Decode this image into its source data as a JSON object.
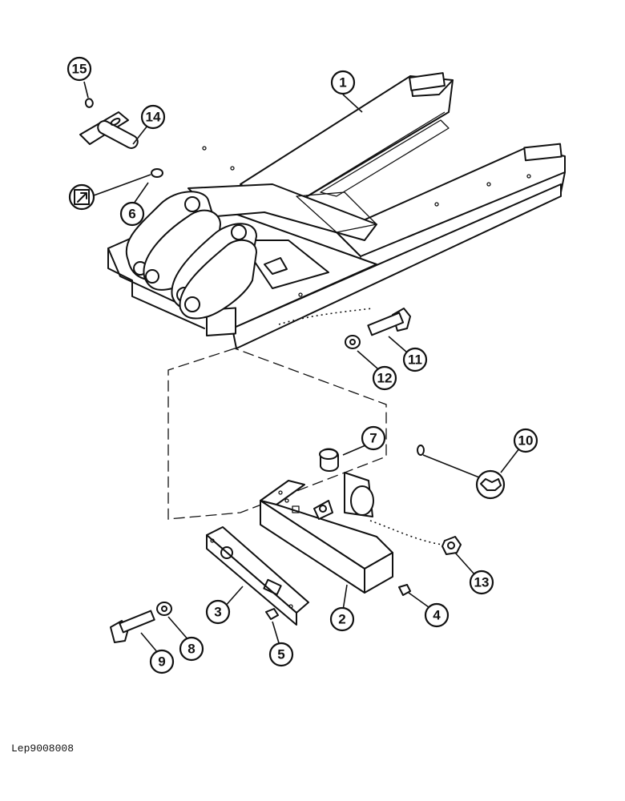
{
  "figure": {
    "reference_code": "Lep9008008",
    "callouts": [
      {
        "id": "1",
        "label": "1"
      },
      {
        "id": "2",
        "label": "2"
      },
      {
        "id": "3",
        "label": "3"
      },
      {
        "id": "4",
        "label": "4"
      },
      {
        "id": "5",
        "label": "5"
      },
      {
        "id": "6",
        "label": "6"
      },
      {
        "id": "7",
        "label": "7"
      },
      {
        "id": "8",
        "label": "8"
      },
      {
        "id": "9",
        "label": "9"
      },
      {
        "id": "10",
        "label": "10"
      },
      {
        "id": "11",
        "label": "11"
      },
      {
        "id": "12",
        "label": "12"
      },
      {
        "id": "13",
        "label": "13"
      },
      {
        "id": "14",
        "label": "14"
      },
      {
        "id": "15",
        "label": "15"
      }
    ],
    "special_symbol": "grease-fitting-symbol"
  }
}
